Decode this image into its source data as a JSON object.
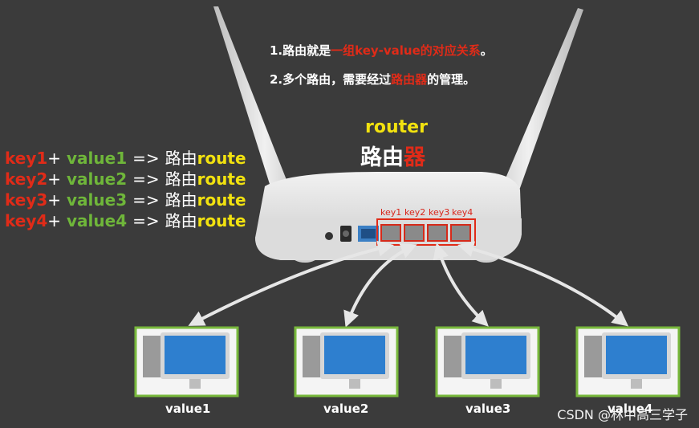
{
  "notes": {
    "line1": {
      "a": "1.路由就是",
      "b": "一组key-value的对应关系",
      "c": "。"
    },
    "line2": {
      "a": "2.多个路由，需要经过",
      "b": "路由器",
      "c": "的管理。"
    }
  },
  "router": {
    "en": "router",
    "cn_a": "路由",
    "cn_b": "器"
  },
  "mappings": [
    {
      "key": "key1",
      "plus": "+",
      "value": "value1",
      "arrow": "=>",
      "cn": "路由",
      "route": "route"
    },
    {
      "key": "key2",
      "plus": "+",
      "value": "value2",
      "arrow": "=>",
      "cn": "路由",
      "route": "route"
    },
    {
      "key": "key3",
      "plus": "+",
      "value": "value3",
      "arrow": "=>",
      "cn": "路由",
      "route": "route"
    },
    {
      "key": "key4",
      "plus": "+",
      "value": "value4",
      "arrow": "=>",
      "cn": "路由",
      "route": "route"
    }
  ],
  "ports": [
    "key1",
    "key2",
    "key3",
    "key4"
  ],
  "computers": [
    "value1",
    "value2",
    "value3",
    "value4"
  ],
  "watermark": "CSDN @林中高三学子",
  "colors": {
    "background": "#3b3b3b",
    "key_red": "#e02b18",
    "value_green": "#6fb63a",
    "route_yellow": "#f2e20f",
    "frame_green": "#78b83c"
  }
}
